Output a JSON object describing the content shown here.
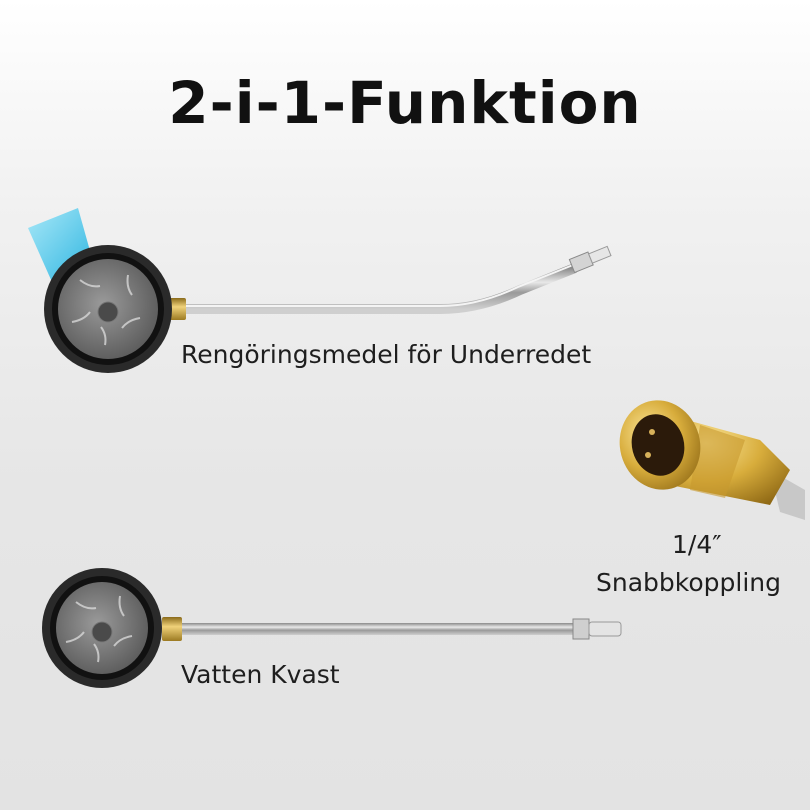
{
  "title": "2-i-1-Funktion",
  "products": [
    {
      "label": "Rengöringsmedel för Underredet",
      "icon": "undercarriage-cleaner-wand-image"
    },
    {
      "label": "Vatten Kvast",
      "icon": "water-broom-wand-image"
    }
  ],
  "coupling": {
    "size": "1/4″",
    "label": "Snabbkoppling",
    "icon": "brass-quick-coupler-image"
  },
  "colors": {
    "title": "#111111",
    "brass": "#c9a43a",
    "steel": "#b8b8b8",
    "rubber": "#2a2a2a",
    "spray": "#49c6ea"
  }
}
